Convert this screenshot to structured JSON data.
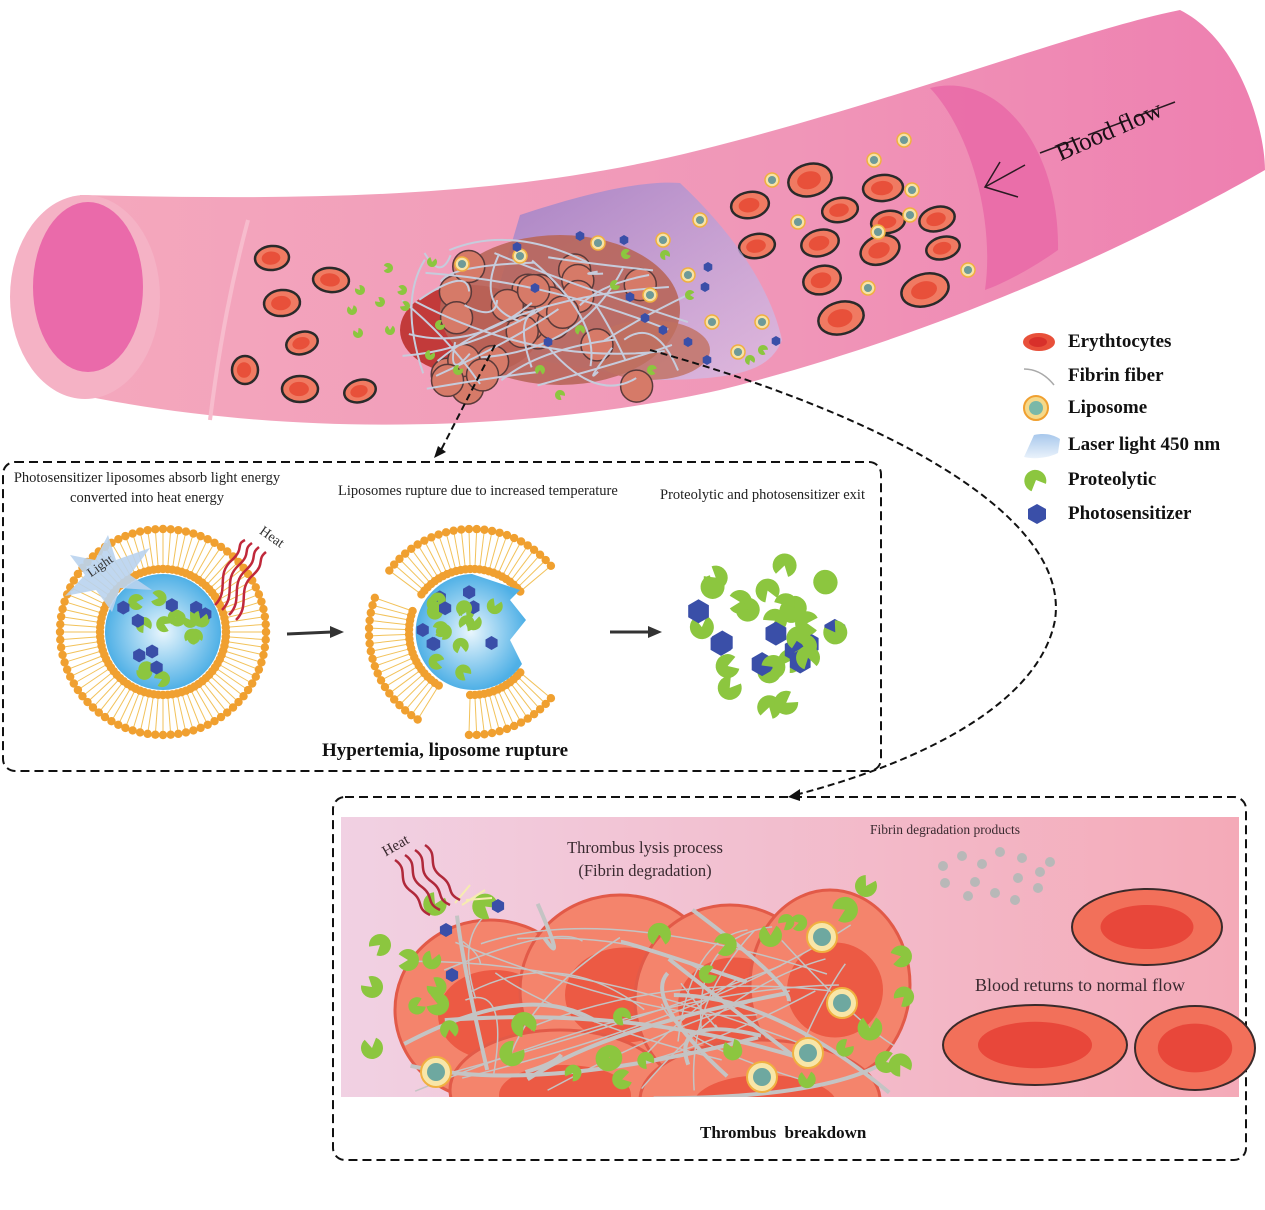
{
  "vessel": {
    "flow_label": "Blood flow",
    "colors": {
      "vessel": "#f2a0b8",
      "vessel_dark": "#ec6fa8",
      "lumen": "#ea6aaa"
    }
  },
  "legend": {
    "items": [
      {
        "icon": "erythrocyte-icon",
        "label": "Erythtocytes",
        "color": "#e8503a"
      },
      {
        "icon": "fibrin-fiber-icon",
        "label": "Fibrin fiber",
        "color": "#a9a9a9"
      },
      {
        "icon": "liposome-icon",
        "label": "Liposome",
        "color": "#f2c866"
      },
      {
        "icon": "laser-light-icon",
        "label": "Laser light 450 nm",
        "color": "#b9d3ee"
      },
      {
        "icon": "proteolytic-icon",
        "label": "Proteolytic",
        "color": "#8cc63f"
      },
      {
        "icon": "photosensitizer-icon",
        "label": "Photosensitizer",
        "color": "#3a4fa8"
      }
    ]
  },
  "panel1": {
    "stages": [
      {
        "caption_line1": "Photosensitizer liposomes absorb light energy",
        "caption_line2": "converted into heat energy",
        "light_label": "Light",
        "heat_label": "Heat"
      },
      {
        "caption_line1": "Liposomes rupture due to increased temperature"
      },
      {
        "caption_line1": "Proteolytic and photosensitizer exit"
      }
    ],
    "title": "Hypertemia, liposome rupture"
  },
  "panel2": {
    "heat_label": "Heat",
    "lysis_line1": "Thrombus lysis process",
    "lysis_line2": "(Fibrin degradation)",
    "fdp_label": "Fibrin degradation products",
    "normal_flow_label": "Blood returns to normal flow",
    "title": "Thrombus  breakdown"
  },
  "colors": {
    "proteolytic": "#8cc63f",
    "photosensitizer": "#3a4fa8",
    "membrane": "#f0a030",
    "rbc": "#e8503a",
    "rbc_light": "#f07a62"
  }
}
